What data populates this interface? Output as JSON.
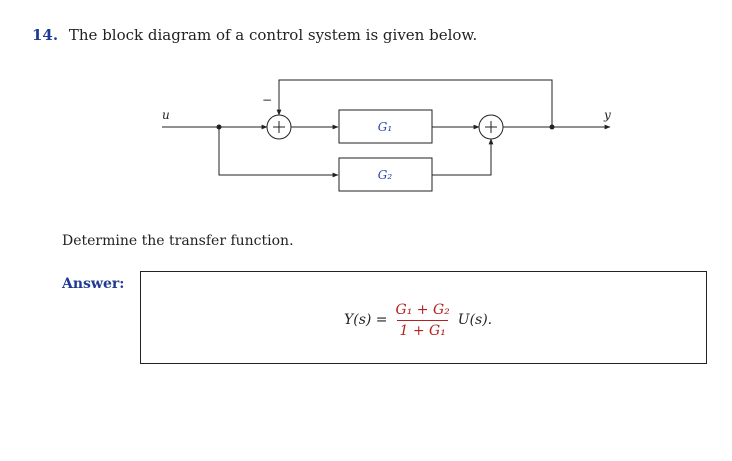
{
  "question": {
    "number": "14.",
    "text": "The block diagram of a control system is given below."
  },
  "diagram": {
    "input_label": "u",
    "output_label": "y",
    "block1_label": "G₁",
    "block2_label": "G₂",
    "feedback_sign": "−",
    "sum_symbol": "+"
  },
  "prompt": "Determine the transfer function.",
  "answer": {
    "label": "Answer:",
    "lhs": "Y(s) =",
    "numerator": "G₁ + G₂",
    "denominator": "1 + G₁",
    "rhs": "U(s)."
  },
  "colors": {
    "question_number": "#1f3a93",
    "block_label": "#2c3fb0",
    "fraction": "#b22222"
  }
}
